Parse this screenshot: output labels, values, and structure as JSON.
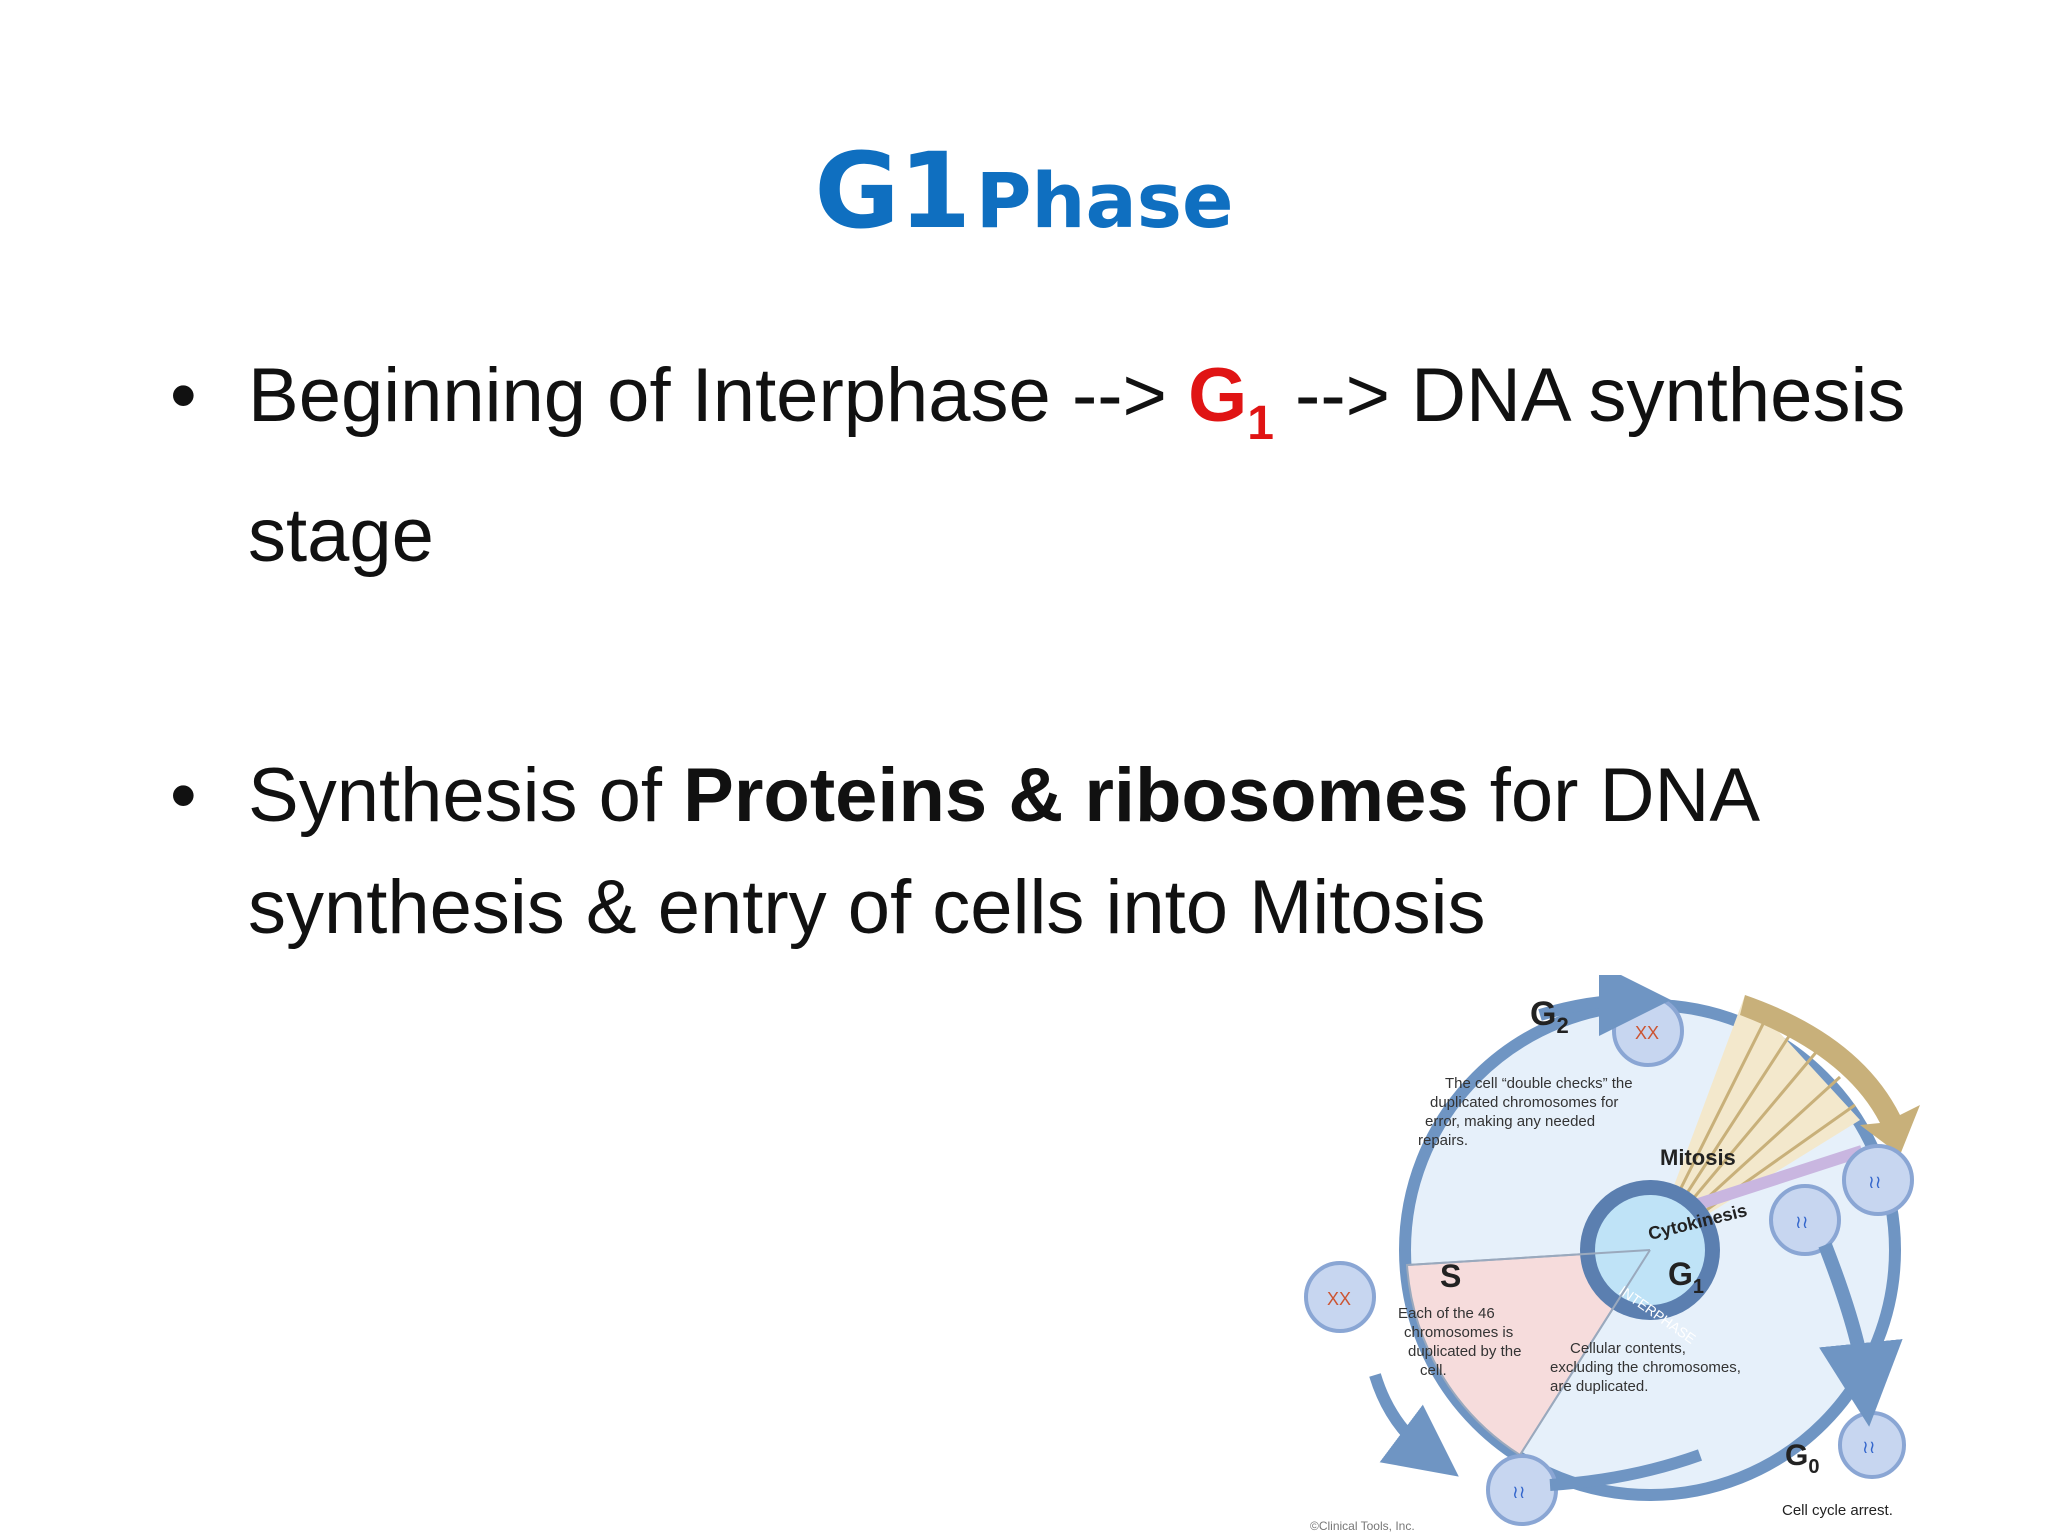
{
  "title": {
    "main": "G1",
    "sub": "Phase"
  },
  "bullets": [
    {
      "pre": "Beginning of Interphase -->",
      "highlight": "G",
      "highlight_sub": "1",
      "post": "--> DNA synthesis stage"
    },
    {
      "pre": "Synthesis of",
      "bold": "Proteins & ribosomes",
      "post": "for DNA synthesis & entry of cells into Mitosis"
    }
  ],
  "diagram": {
    "g2_label": "G",
    "g2_sub": "2",
    "g2_desc": [
      "The cell “double checks” the",
      "duplicated chromosomes for",
      "error, making any needed",
      "repairs."
    ],
    "mitosis": "Mitosis",
    "cytokinesis": "Cytokinesis",
    "g1_label": "G",
    "g1_sub": "1",
    "g1_desc": [
      "Cellular contents,",
      "excluding the chromosomes,",
      "are duplicated."
    ],
    "s_label": "S",
    "s_desc": [
      "Each of the 46",
      "chromosomes is",
      "duplicated by the",
      "cell."
    ],
    "interphase": "INTERPHASE",
    "g0_label": "G",
    "g0_sub": "0",
    "g0_desc": "Cell cycle arrest.",
    "credit": "©Clinical Tools, Inc."
  },
  "colors": {
    "title": "#0f6fc0",
    "highlight": "#e01414",
    "arrow_blue": "#6f95c3",
    "mitosis_tan": "#c8b07a",
    "s_pink": "#f6dcdc",
    "g_light": "#e6f0fa"
  }
}
